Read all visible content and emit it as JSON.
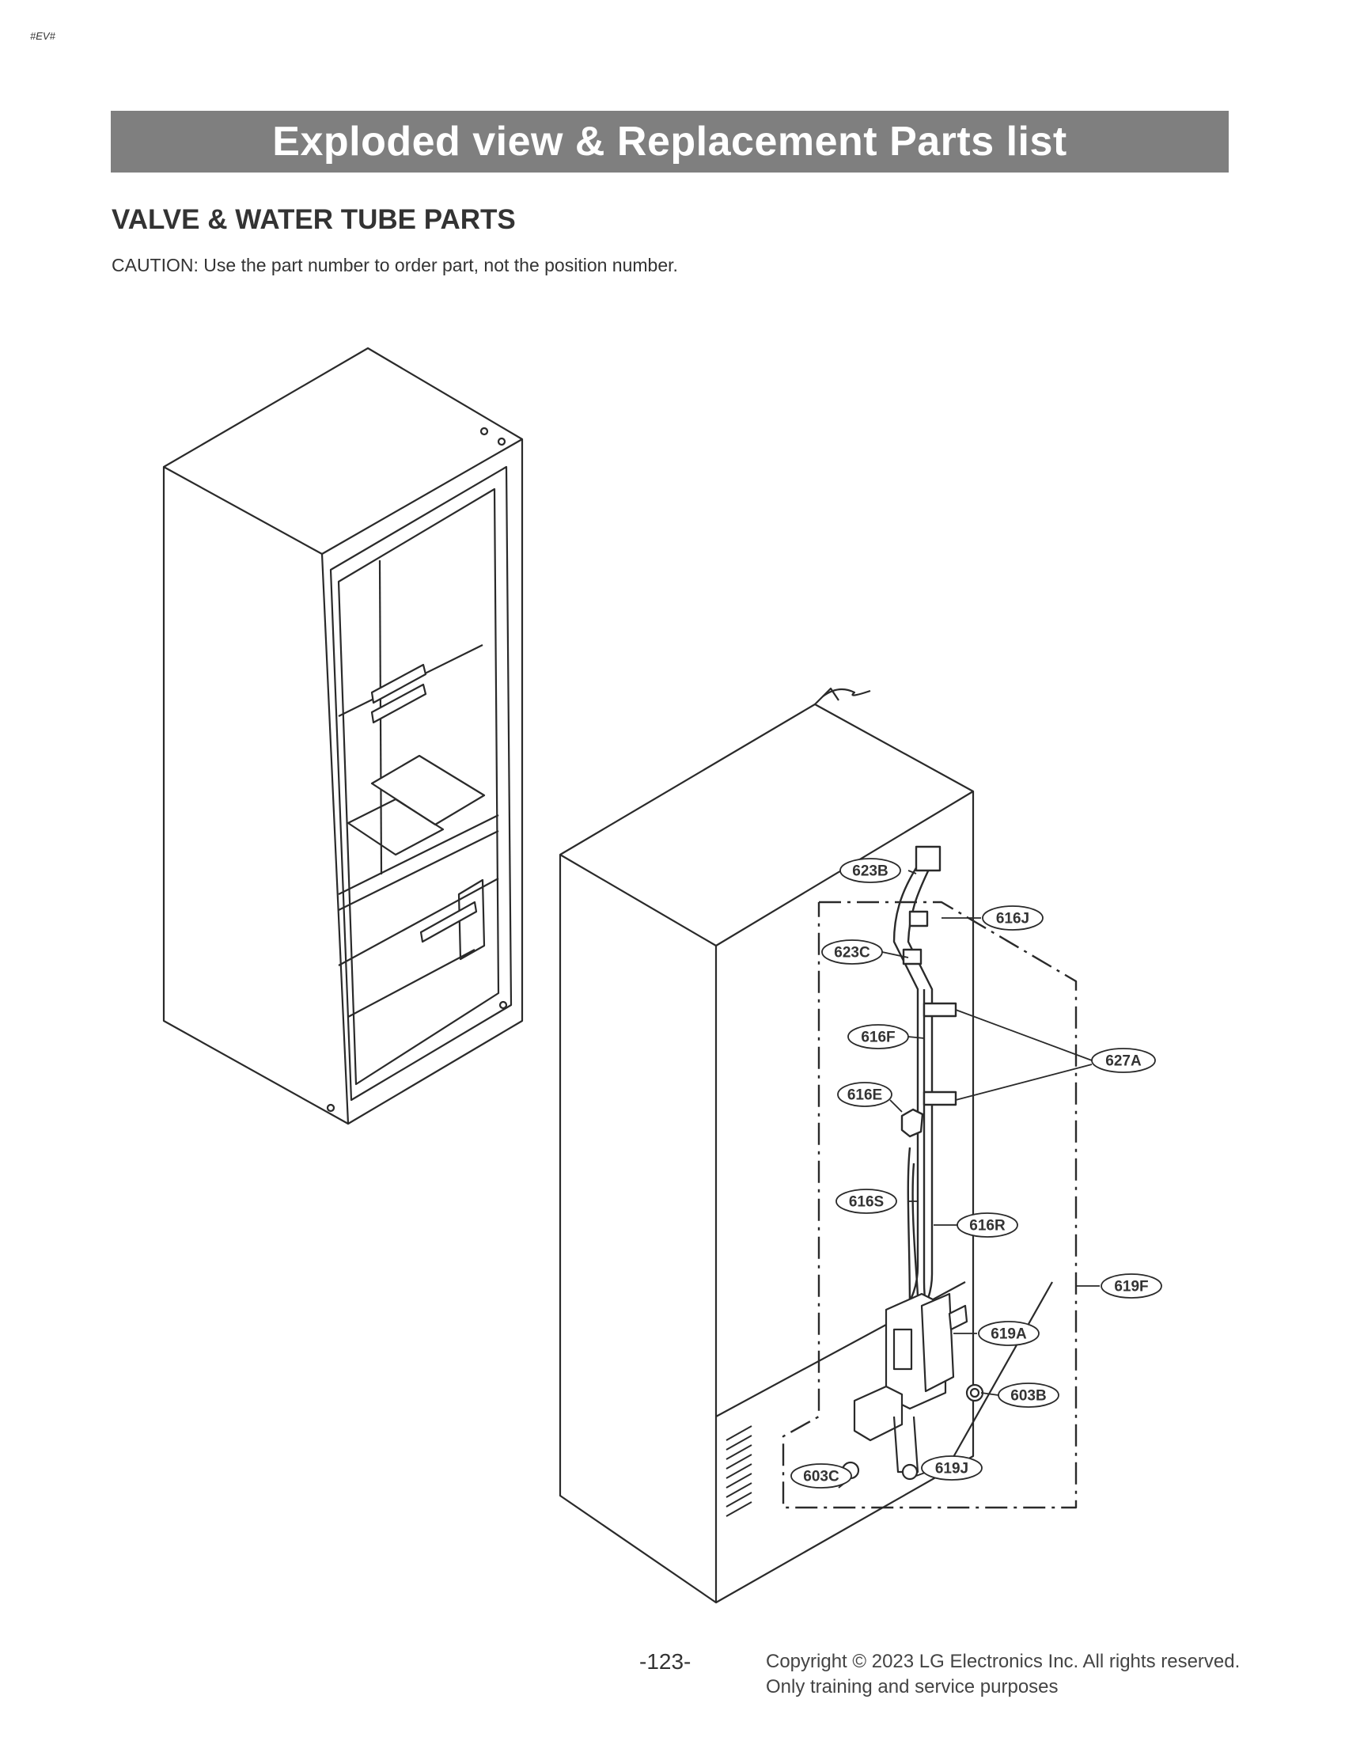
{
  "header": {
    "tag": "#EV#",
    "banner_title": "Exploded view & Replacement Parts list",
    "section_title": "VALVE & WATER TUBE PARTS",
    "caution": "CAUTION: Use the part number to order part, not the position number."
  },
  "callouts": [
    {
      "id": "623B",
      "label": "623B"
    },
    {
      "id": "616J",
      "label": "616J"
    },
    {
      "id": "623C",
      "label": "623C"
    },
    {
      "id": "616F",
      "label": "616F"
    },
    {
      "id": "627A",
      "label": "627A"
    },
    {
      "id": "616E",
      "label": "616E"
    },
    {
      "id": "616S",
      "label": "616S"
    },
    {
      "id": "616R",
      "label": "616R"
    },
    {
      "id": "619F",
      "label": "619F"
    },
    {
      "id": "619A",
      "label": "619A"
    },
    {
      "id": "603B",
      "label": "603B"
    },
    {
      "id": "603C",
      "label": "603C"
    },
    {
      "id": "619J",
      "label": "619J"
    }
  ],
  "footer": {
    "page_number": "-123-",
    "copyright_line1": "Copyright © 2023 LG Electronics Inc. All rights reserved.",
    "copyright_line2": "Only training and service purposes"
  }
}
